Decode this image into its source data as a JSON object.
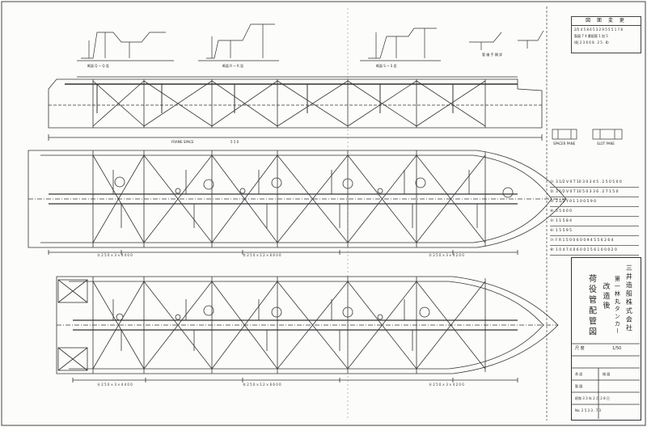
{
  "revision_block": {
    "header": "図 面 変 更",
    "lines": [
      "2/5 4 5 8 6 5 3 2 9 5 5 5 1 7 8",
      "製図 7 4 番配管 1 加 5",
      "(昭 2 3 6 6 8 . 2 5 . 8)"
    ]
  },
  "section_labels": {
    "view_top_left": "断面 Q ~ Q 見",
    "view_top_mid": "断面 R ~ R 見",
    "view_top_right": "断面 S ~ S 見",
    "frame_space": "FRAME SPACE",
    "frame_space_value": "5 5 0",
    "detail_left": "SPACER PANE",
    "detail_right": "SLOT PANE",
    "fittings": "管 継 手 類 詳"
  },
  "legend": [
    "①: 3 1/2 V 0 T 10 3 0 3 4 5 . 2 5 0 5 0 0",
    "②: 3 1/2 V 0 T 10 5 0 3 3 6 . 2 7 1 5 0",
    "③: 2 1/2 Y 0 1 1 0 0 5 9 0",
    "④: 5 5 0 0 0",
    "⑤: 1 1 5 8 4",
    "⑥: 1 5 5 9 5",
    "⑦: F R 1 5 0 0 6 0 0 9 4 5 5 6 2 6 4",
    "⑧: 1 0 4 7 4 0 6 0 0 1 5 6 1 0 0 0 2 0"
  ],
  "title_block": {
    "company": "三 井 造 船 株 式 会 社",
    "ship": "第 一 林 丸 タ ン カ ー",
    "ship_no": "改 造 後",
    "drawing_title": "荷 役 管 配 管 図",
    "scale_label": "尺 度",
    "scale_value": "1/50",
    "approved_label": "承 認",
    "checked_label": "検 図",
    "drawn_label": "製 図",
    "date": "昭和 3 3 年 2 月 2 8 日",
    "drawing_no": "No. 2 5 3 3 . 7 3"
  },
  "dimensions": {
    "upper_plan": "Ⓐ 2 5 0 × 3 × 4 4 0 0",
    "upper_plan_mid": "Ⓑ 2 5 0 × 1 2 × 6 6 0 0",
    "upper_plan_right": "Ⓐ 2 5 0 × 3 × 4 2 0 0",
    "lower_plan": "Ⓐ 2 5 0 × 3 × 4 4 0 0",
    "lower_plan_mid": "Ⓑ 2 5 0 × 1 2 × 6 6 0 0",
    "lower_plan_right": "Ⓐ 2 5 0 × 3 × 4 2 0 0"
  }
}
